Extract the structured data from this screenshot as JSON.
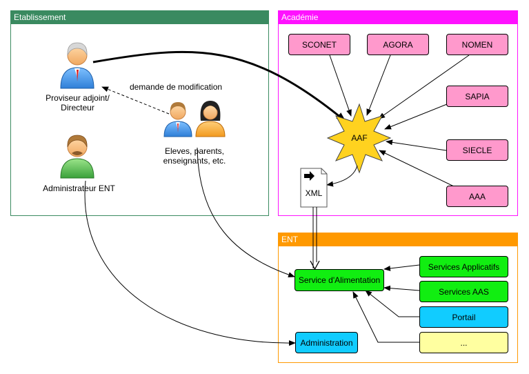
{
  "frames": {
    "etablissement": {
      "title": "Etablissement",
      "color": "#3a8a60"
    },
    "academie": {
      "title": "Académie",
      "color": "#ff11ff"
    },
    "ent": {
      "title": "ENT",
      "color": "#ff9900"
    }
  },
  "people": {
    "proviseur": "Proviseur adjoint/\nDirecteur",
    "admin": "Administrateur ENT",
    "users": "Eleves, parents,\nenseignants, etc."
  },
  "edge_label": "demande de modification",
  "academie": {
    "sources": [
      "SCONET",
      "AGORA",
      "NOMEN",
      "SAPIA",
      "SIECLE",
      "AAA"
    ],
    "hub": "AAF",
    "xml": "XML"
  },
  "ent": {
    "service": "Service d'Alimentation",
    "admin": "Administration",
    "providers": [
      "Services Applicatifs",
      "Services AAS",
      "Portail",
      "..."
    ]
  }
}
